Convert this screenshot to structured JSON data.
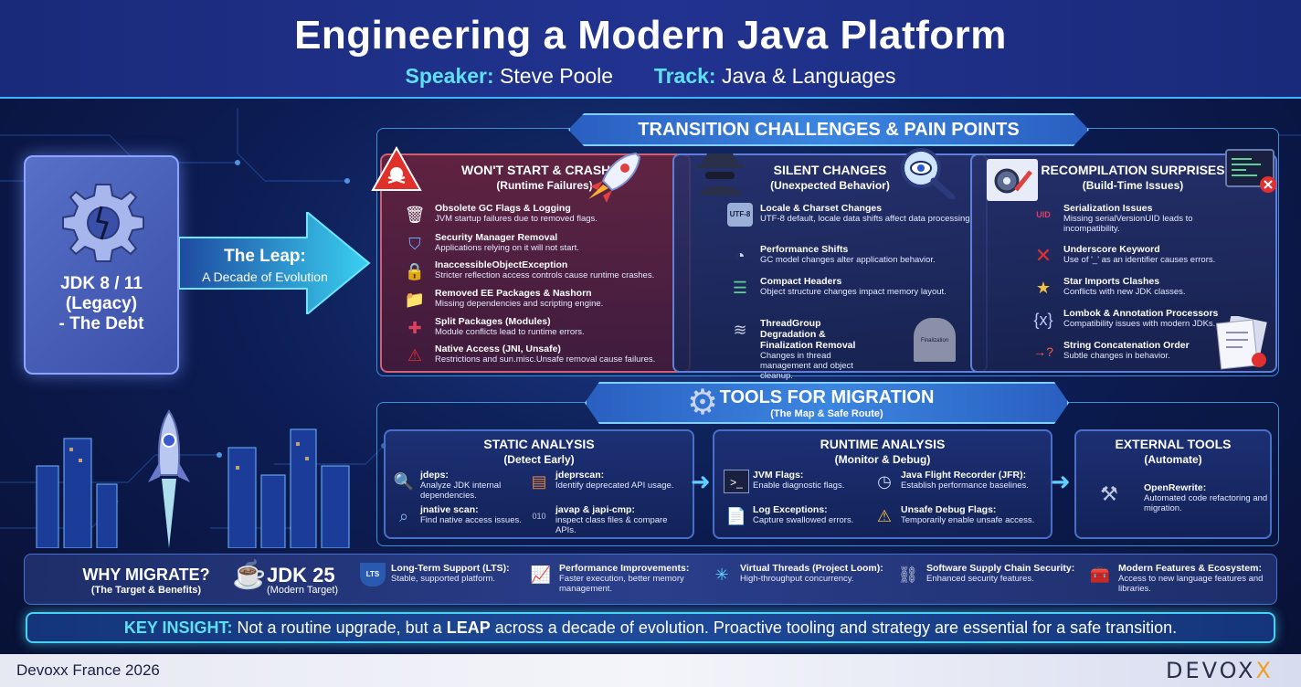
{
  "header": {
    "title": "Engineering a Modern Java Platform",
    "speaker_label": "Speaker:",
    "speaker": "Steve Poole",
    "track_label": "Track:",
    "track": "Java & Languages"
  },
  "legacy": {
    "label_line1": "JDK 8 / 11",
    "label_line2": "(Legacy)",
    "label_line3": "- The Debt"
  },
  "leap": {
    "title": "The Leap:",
    "subtitle": "A Decade of Evolution"
  },
  "challenges": {
    "banner": "TRANSITION CHALLENGES & PAIN POINTS",
    "crash": {
      "title": "WON'T START & CRASHES",
      "subtitle": "(Runtime Failures)",
      "items": [
        {
          "title": "Obsolete GC Flags & Logging",
          "desc": "JVM startup failures due to removed flags."
        },
        {
          "title": "Security Manager Removal",
          "desc": "Applications relying on it will not start."
        },
        {
          "title": "InaccessibleObjectException",
          "desc": "Stricter reflection access controls cause runtime crashes."
        },
        {
          "title": "Removed EE Packages & Nashorn",
          "desc": "Missing dependencies and scripting engine."
        },
        {
          "title": "Split Packages (Modules)",
          "desc": "Module conflicts lead to runtime errors."
        },
        {
          "title": "Native Access (JNI, Unsafe)",
          "desc": "Restrictions and sun.misc.Unsafe removal cause failures."
        }
      ]
    },
    "silent": {
      "title": "SILENT CHANGES",
      "subtitle": "(Unexpected Behavior)",
      "items": [
        {
          "title": "Locale & Charset Changes",
          "desc": "UTF-8 default, locale data shifts affect data processing."
        },
        {
          "title": "Performance Shifts",
          "desc": "GC model changes alter application behavior."
        },
        {
          "title": "Compact Headers",
          "desc": "Object structure changes impact memory layout."
        },
        {
          "title": "ThreadGroup Degradation & Finalization Removal",
          "desc": "Changes in thread management and object cleanup."
        }
      ],
      "utf_icon": "UTF-8",
      "tomb_icon": "Finalization"
    },
    "recomp": {
      "title": "RECOMPILATION SURPRISES",
      "subtitle": "(Build-Time Issues)",
      "items": [
        {
          "title": "Serialization Issues",
          "desc": "Missing serialVersionUID leads to incompatibility."
        },
        {
          "title": "Underscore Keyword",
          "desc": "Use of '_' as an identifier causes errors."
        },
        {
          "title": "Star Imports Clashes",
          "desc": "Conflicts with new JDK classes."
        },
        {
          "title": "Lombok & Annotation Processors",
          "desc": "Compatibility issues with modern JDKs."
        },
        {
          "title": "String Concatenation Order",
          "desc": "Subtle changes in behavior."
        }
      ],
      "uid_icon": "UID"
    }
  },
  "tools": {
    "banner_title": "TOOLS FOR MIGRATION",
    "banner_subtitle": "(The Map & Safe Route)",
    "static": {
      "title": "STATIC ANALYSIS",
      "subtitle": "(Detect Early)",
      "items": [
        {
          "title": "jdeps:",
          "desc": "Analyze JDK internal dependencies."
        },
        {
          "title": "jdeprscan:",
          "desc": "Identify deprecated API usage."
        },
        {
          "title": "jnative scan:",
          "desc": "Find native access issues."
        },
        {
          "title": "javap & japi-cmp:",
          "desc": "inspect class files & compare APIs."
        }
      ]
    },
    "runtime": {
      "title": "RUNTIME ANALYSIS",
      "subtitle": "(Monitor & Debug)",
      "items": [
        {
          "title": "JVM Flags:",
          "desc": "Enable diagnostic flags."
        },
        {
          "title": "Java Flight Recorder (JFR):",
          "desc": "Establish performance baselines."
        },
        {
          "title": "Log Exceptions:",
          "desc": "Capture swallowed errors."
        },
        {
          "title": "Unsafe Debug Flags:",
          "desc": "Temporarily enable unsafe access."
        }
      ]
    },
    "external": {
      "title": "EXTERNAL TOOLS",
      "subtitle": "(Automate)",
      "items": [
        {
          "title": "OpenRewrite:",
          "desc": "Automated code refactoring and migration."
        }
      ]
    }
  },
  "why": {
    "title": "WHY MIGRATE?",
    "subtitle": "(The Target & Benefits)",
    "jdk_title": "JDK 25",
    "jdk_subtitle": "(Modern Target)",
    "lts_icon": "LTS",
    "benefits": [
      {
        "title": "Long-Term Support (LTS):",
        "desc": "Stable, supported platform."
      },
      {
        "title": "Performance Improvements:",
        "desc": "Faster execution, better memory management."
      },
      {
        "title": "Virtual Threads (Project Loom):",
        "desc": "High-throughput concurrency."
      },
      {
        "title": "Software Supply Chain Security:",
        "desc": "Enhanced security features."
      },
      {
        "title": "Modern Features & Ecosystem:",
        "desc": "Access to new language features and libraries."
      }
    ]
  },
  "insight": {
    "label": "KEY INSIGHT:",
    "text_before": " Not a routine upgrade, but a ",
    "emph": "LEAP",
    "text_after": " across a decade of evolution. Proactive tooling and strategy are essential for a safe transition."
  },
  "footer": {
    "event": "Devoxx France 2026",
    "logo_main": "DEVOX",
    "logo_x": "X"
  },
  "colors": {
    "accent": "#5fe0f0",
    "banner": "#3b86e0",
    "crash": "#d06070",
    "java": "#f06040",
    "logo_x": "#f0a020"
  },
  "icons": [
    "gear-broken-icon",
    "warning-skull-icon",
    "rocket-icon",
    "spy-icon",
    "magnifier-eye-icon",
    "gear-wrench-icon",
    "code-window-icon",
    "city-rocket-icon",
    "java-cup-icon",
    "shield-icon"
  ]
}
